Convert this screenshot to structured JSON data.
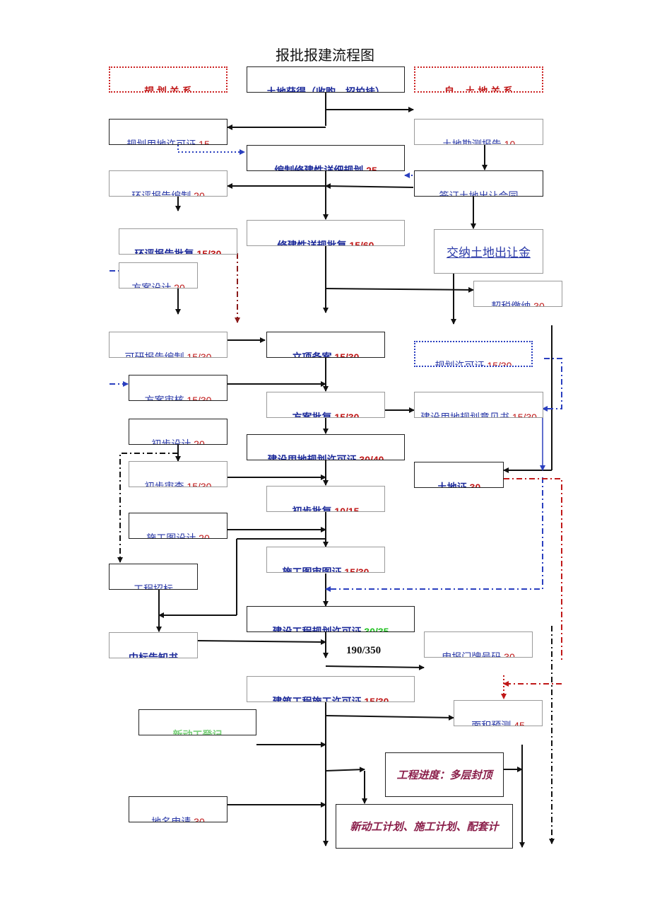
{
  "title": "报批报建流程图",
  "total": "190/350",
  "nodes": {
    "n_guihua_red": {
      "label": "规 划 关 系",
      "days": ""
    },
    "n_tudi_top": {
      "label": "土地获得（收购、招拍挂）",
      "days": ""
    },
    "n_ziyou_red": {
      "label": "自 ...土 地 关 系",
      "days": ""
    },
    "n_guihua_yongdi": {
      "label": "规划用地许可证",
      "days": "15"
    },
    "n_tudi_kance": {
      "label": "土地勘测报告",
      "days": "10"
    },
    "n_bianzhi": {
      "label": "编制修建性详细规划",
      "days": "25"
    },
    "n_huanping_bianzhi": {
      "label": "环评报告编制",
      "days": "20"
    },
    "n_nishang": {
      "label": "签订土地出让合同",
      "days": ""
    },
    "n_xiujian_pifu": {
      "label": "修建性详规批复",
      "days": "15/60"
    },
    "n_huanping_pifu": {
      "label": "环评报告批复",
      "days": "15/30"
    },
    "n_jiaona": {
      "label": "交纳土地出让金",
      "days": ""
    },
    "n_fangan_sheji": {
      "label": "方案设计",
      "days": "20"
    },
    "n_qishui": {
      "label": "契税缴纳",
      "days": "30"
    },
    "n_keyan": {
      "label": "可研报告编制",
      "days": "15/30"
    },
    "n_lixiang": {
      "label": "立项备案",
      "days": "15/30"
    },
    "n_jianshe_yongdi_blue": {
      "label": "规划许可证",
      "days": "15/30"
    },
    "n_fangan_shenhe": {
      "label": "方案审核",
      "days": "15/30"
    },
    "n_fangan_pifu": {
      "label": "方案批复",
      "days": "15/30"
    },
    "n_yongdi_jiance": {
      "label": "建设用地规划意见书",
      "days": "15/30"
    },
    "n_chushe_sheji": {
      "label": "初步设计",
      "days": "20"
    },
    "n_jianshe_yongdi_xk": {
      "label": "建设用地规划许可证",
      "days": "30/40"
    },
    "n_chushe_shenhe": {
      "label": "初步审查",
      "days": "15/30"
    },
    "n_tudizheng": {
      "label": "土地证",
      "days": "30"
    },
    "n_chushe_pifu": {
      "label": "初步批复",
      "days": "10/15"
    },
    "n_shigongtu_sheji": {
      "label": "施工图设计",
      "days": "20"
    },
    "n_gongcheng_zhaobiao": {
      "label": "工程招标",
      "days": ""
    },
    "n_shigongtu_shencha": {
      "label": "施工图审图证",
      "days": "15/30"
    },
    "n_jianshe_gongcheng": {
      "label": "建设工程规划许可证",
      "days": "30/35"
    },
    "n_zhongbiao": {
      "label": "中标告知书",
      "days": ""
    },
    "n_zhongbiao_menpai": {
      "label": "申报门牌号码",
      "days": "30"
    },
    "n_shigong_xuke": {
      "label": "建筑工程施工许可证",
      "days": "15/30"
    },
    "n_xindong": {
      "label": "新动工登记",
      "days": ""
    },
    "n_fangyin": {
      "label": "面积预测",
      "days": "45"
    },
    "n_jindu": {
      "label": "工程进度：多层封顶",
      "days": ""
    },
    "n_weizhang": {
      "label": "地名申请",
      "days": "30"
    },
    "n_jihua": {
      "label": "新动工计划、施工计划、配套计",
      "days": ""
    }
  }
}
